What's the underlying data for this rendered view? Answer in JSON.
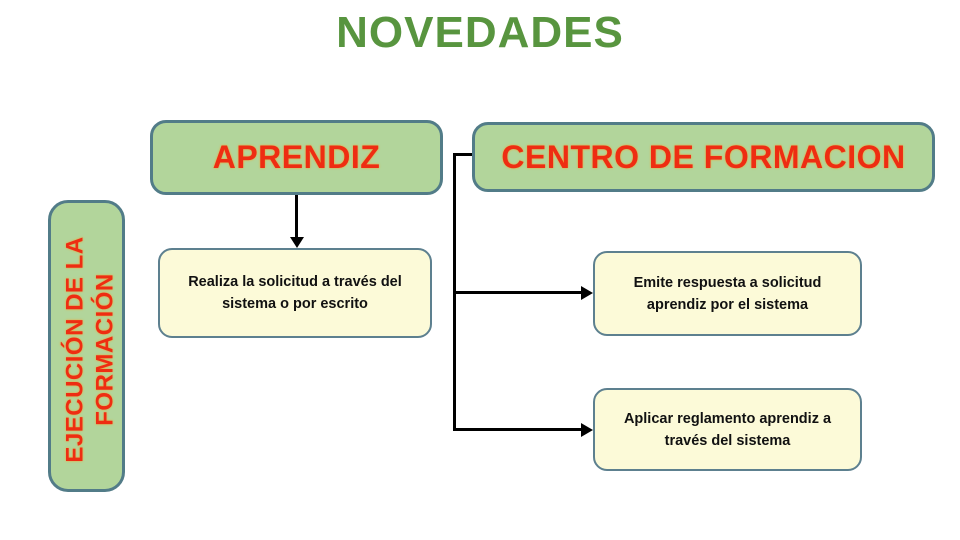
{
  "title": "NOVEDADES",
  "colors": {
    "title_green": "#58953f",
    "green_fill": "#b2d59b",
    "box_border": "#527c88",
    "yellow_fill": "#fcfad8",
    "yellow_border": "#5d808f",
    "red_text": "#ee2d12",
    "red_glow": "#f9a12b",
    "text_dark": "#111111",
    "connector": "#000000"
  },
  "nodes": {
    "aprendiz": {
      "label": "APRENDIZ"
    },
    "centro": {
      "label": "CENTRO DE FORMACION"
    },
    "ejecucion": {
      "label": "EJECUCIÓN DE LA\nFORMACIÓN"
    },
    "realiza": {
      "text": "Realiza la solicitud a través del\nsistema o por escrito"
    },
    "emite": {
      "text": "Emite respuesta a solicitud\naprendiz por el sistema"
    },
    "aplicar": {
      "text": "Aplicar reglamento aprendiz a\ntravés del sistema"
    }
  }
}
